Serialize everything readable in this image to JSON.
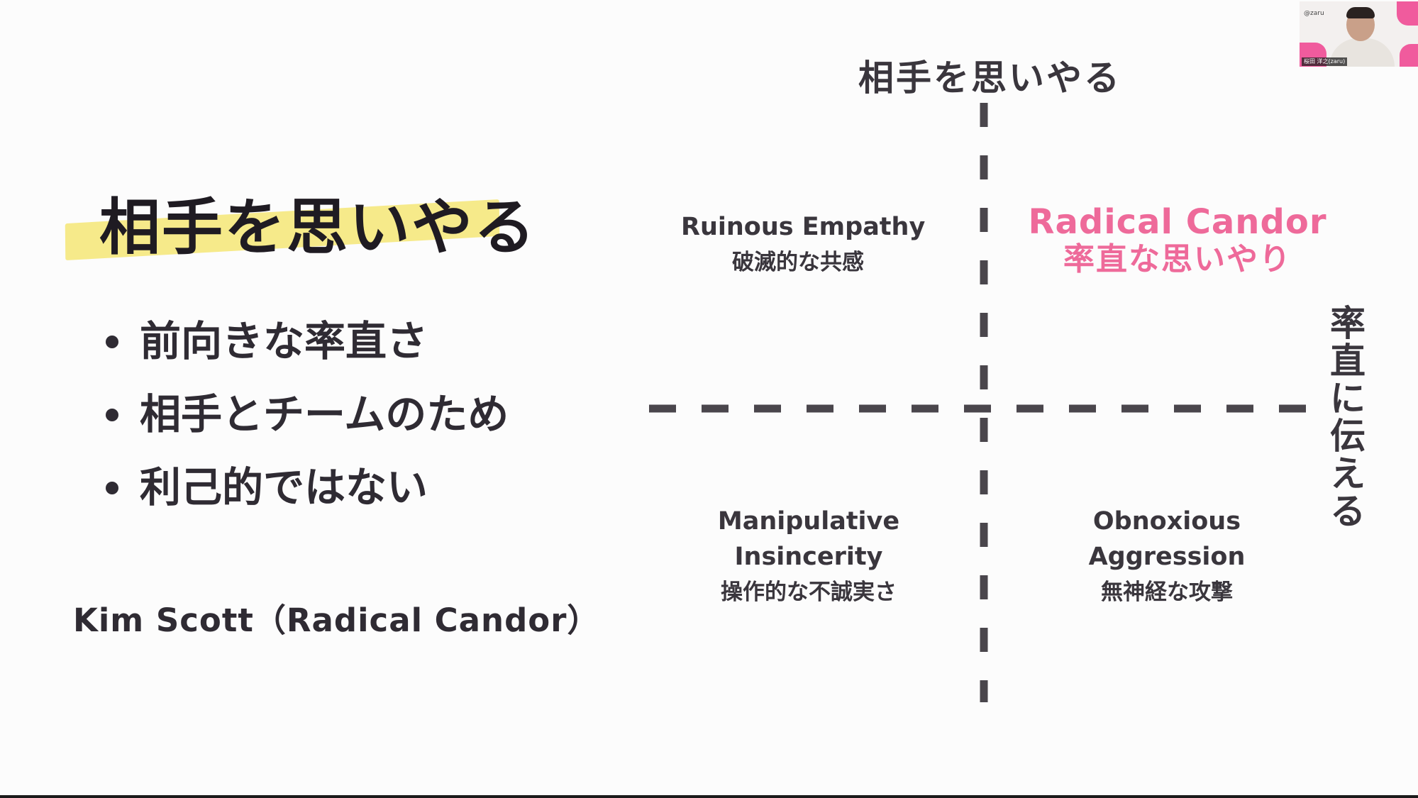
{
  "slide": {
    "title": "相手を思いやる",
    "points": [
      "前向きな率直さ",
      "相手とチームのため",
      "利己的ではない"
    ],
    "credit": "Kim Scott（Radical Candor）"
  },
  "matrix": {
    "axis_top": "相手を思いやる",
    "axis_right": [
      "率",
      "直",
      "に",
      "伝",
      "え",
      "る"
    ],
    "quadrants": {
      "ruinous": {
        "en": "Ruinous Empathy",
        "jp": "破滅的な共感"
      },
      "radical": {
        "en": "Radical Candor",
        "jp": "率直な思いやり"
      },
      "manipulative": {
        "en_line1": "Manipulative",
        "en_line2": "Insincerity",
        "jp": "操作的な不誠実さ"
      },
      "obnoxious": {
        "en_line1": "Obnoxious",
        "en_line2": "Aggression",
        "jp": "無神経な攻撃"
      }
    }
  },
  "webcam": {
    "logo_text": "@zaru",
    "name_label": "桜田 洋之(zaru)"
  },
  "colors": {
    "highlight": "#f6ea8a",
    "accent_pink": "#ee6a9a",
    "text_dark": "#2f2b33",
    "dash": "#4a464c"
  }
}
